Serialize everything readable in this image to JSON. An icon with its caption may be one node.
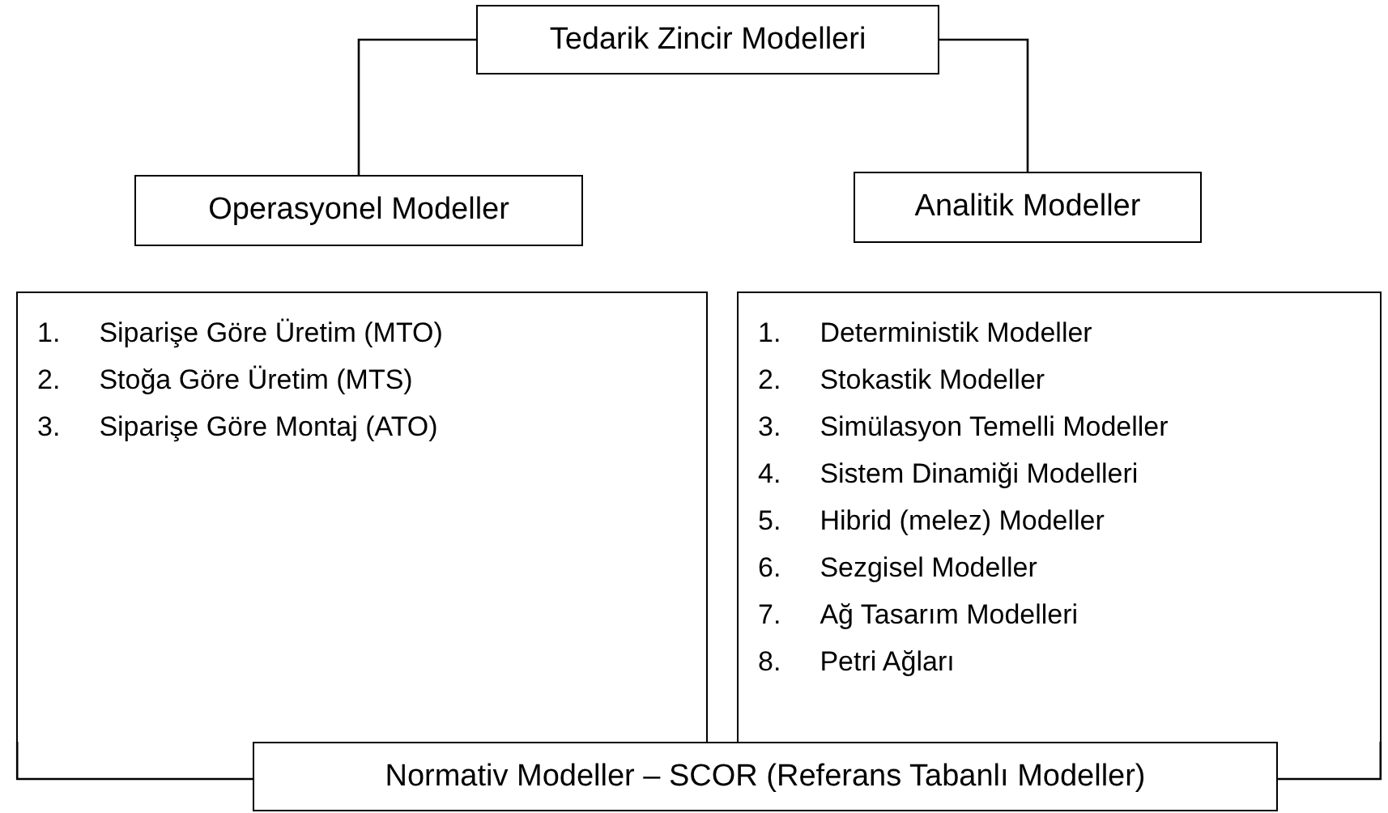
{
  "diagram": {
    "nodes": [
      {
        "text": [
          "Tedarik Zincir Modelleri"
        ]
      },
      {
        "text": [
          "Operasyonel Modeller"
        ]
      },
      {
        "text": [
          "Analitik Modeller"
        ]
      },
      {
        "text": [
          "1. Siparişe Göre Üretim (MTO)",
          "2. Stoğa Göre Üretim (MTS)",
          "3. Siparişe Göre Montaj (ATO)"
        ]
      },
      {
        "text": [
          "1. Deterministik Modeller",
          "2. Stokastik Modeller",
          "3. Simülasyon Temelli Modeller",
          "4. Sistem Dinamiği Modelleri",
          "5. Hibrid (melez) Modeller",
          "6. Sezgisel Modeller",
          "7. Ağ Tasarım Modelleri",
          "8. Petri Ağları"
        ]
      },
      {
        "text": [
          "Normativ Modeller – SCOR (Referans Tabanlı Modeller)"
        ]
      }
    ],
    "edges": [
      {
        "from": 0,
        "to": 1,
        "arrow": "none"
      },
      {
        "from": 0,
        "to": 2,
        "arrow": "none"
      }
    ]
  }
}
